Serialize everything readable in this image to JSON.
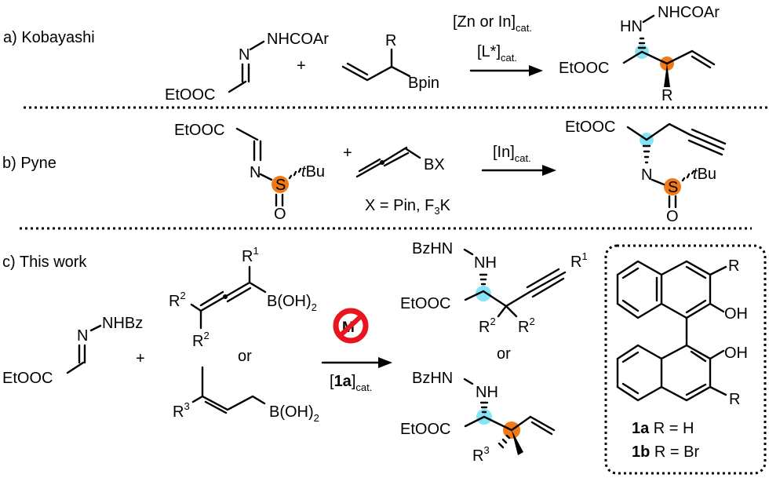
{
  "colors": {
    "cyan_highlight": "#86e4f5",
    "orange_highlight": "#f07a1a",
    "no_metal_red": "#e8141e"
  },
  "a": {
    "label": "a) Kobayashi",
    "reactant1": {
      "nh": "NHCOAr",
      "n": "N",
      "ester": "EtOOC"
    },
    "plus": "+",
    "reactant2": {
      "r": "R",
      "b": "Bpin"
    },
    "conditions": {
      "line1": "[Zn or In]",
      "line1_sub": "cat.",
      "line2": "[L*]",
      "line2_sub": "cat."
    },
    "product": {
      "hn": "HN",
      "nh": "NHCOAr",
      "ester": "EtOOC",
      "r": "R"
    }
  },
  "b": {
    "label": "b) Pyne",
    "reactant1": {
      "ester": "EtOOC",
      "n": "N",
      "s": "S",
      "t": "t",
      "bu": "Bu",
      "o": "O"
    },
    "plus": "+",
    "reactant2": {
      "bx": "BX",
      "x_def": "X = Pin, F",
      "x_def_sub": "3",
      "x_def_end": "K"
    },
    "conditions": {
      "line1": "[In]",
      "line1_sub": "cat."
    },
    "product": {
      "ester": "EtOOC",
      "n": "N",
      "s": "S",
      "t": "t",
      "bu": "Bu",
      "o": "O"
    }
  },
  "c": {
    "label": "c) This work",
    "reactant1": {
      "nh": "NHBz",
      "n": "N",
      "ester": "EtOOC"
    },
    "plus": "+",
    "allene": {
      "r1": "R",
      "r1_sup": "1",
      "r2": "R",
      "r2_sup": "2",
      "b": "B(OH)",
      "b_sub": "2"
    },
    "or": "or",
    "allyl": {
      "r3": "R",
      "r3_sup": "3",
      "b": "B(OH)",
      "b_sub": "2"
    },
    "no_metal": "M",
    "conditions": {
      "open": "[",
      "cat": "1a",
      "close": "]",
      "sub": "cat."
    },
    "product1": {
      "bzhn": "BzHN",
      "nh": "NH",
      "ester": "EtOOC",
      "r1": "R",
      "r1_sup": "1",
      "r2": "R",
      "r2_sup": "2"
    },
    "product_or": "or",
    "product2": {
      "bzhn": "BzHN",
      "nh": "NH",
      "ester": "EtOOC",
      "r3": "R",
      "r3_sup": "3"
    },
    "catalyst_box": {
      "r_top": "R",
      "oh_top": "OH",
      "oh_bottom": "OH",
      "r_bottom": "R",
      "entries": [
        {
          "id": "1a",
          "text": " R = H"
        },
        {
          "id": "1b",
          "text": " R = Br"
        }
      ]
    }
  }
}
